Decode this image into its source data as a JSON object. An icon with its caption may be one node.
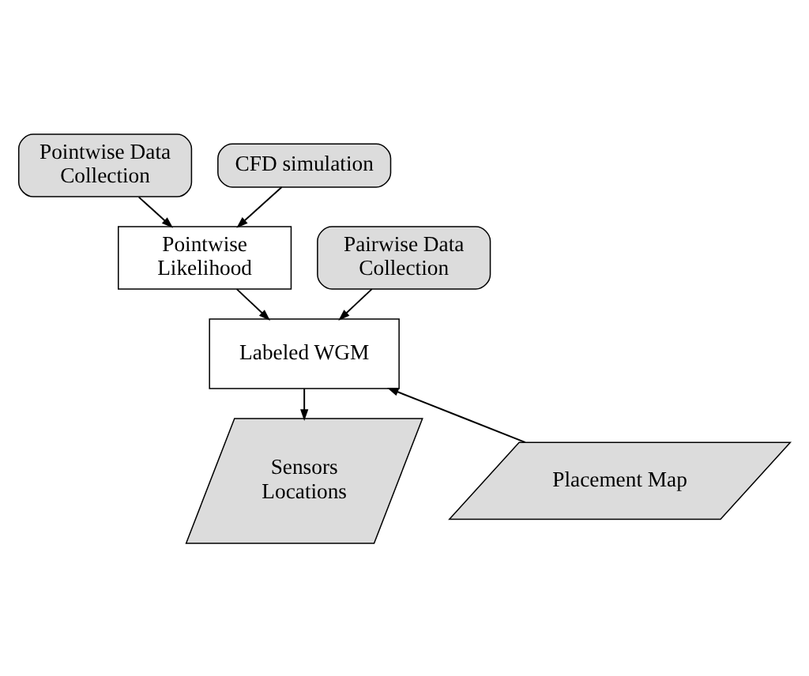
{
  "diagram": {
    "nodes": [
      {
        "text": [
          "Pointwise Data Collection"
        ]
      },
      {
        "text": [
          "CFD simulation"
        ]
      },
      {
        "text": [
          "Pointwise Likelihood"
        ]
      },
      {
        "text": [
          "Pairwise Data Collection"
        ]
      },
      {
        "text": [
          "Labeled WGM"
        ]
      },
      {
        "text": [
          "Placement Map"
        ]
      },
      {
        "text": [
          "Sensors Locations"
        ]
      }
    ],
    "edges": [
      {
        "from": 0,
        "to": 2,
        "arrow": "to"
      },
      {
        "from": 1,
        "to": 2,
        "arrow": "to"
      },
      {
        "from": 2,
        "to": 4,
        "arrow": "to"
      },
      {
        "from": 3,
        "to": 4,
        "arrow": "to"
      },
      {
        "from": 5,
        "to": 4,
        "arrow": "to"
      },
      {
        "from": 4,
        "to": 6,
        "arrow": "to"
      }
    ]
  }
}
